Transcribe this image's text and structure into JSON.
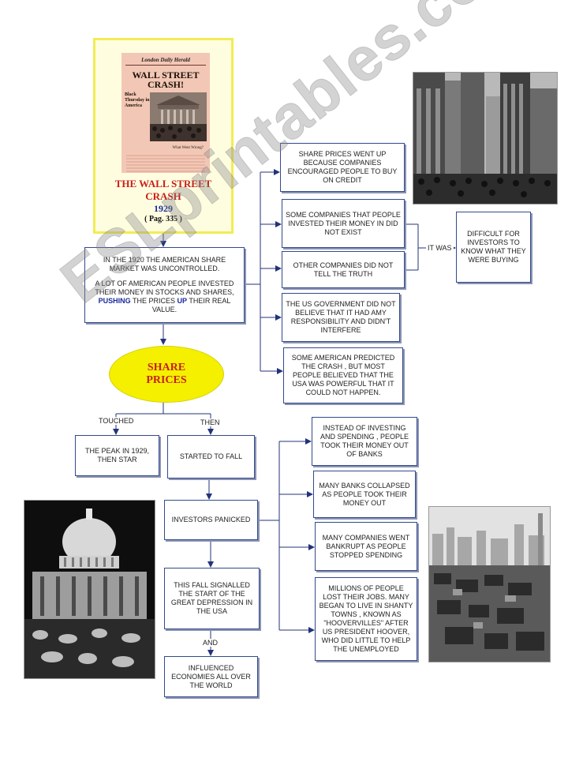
{
  "cover": {
    "masthead": "London Daily Herald",
    "headline": "WALL STREET CRASH!",
    "subhead": "Black Thursday in America",
    "footer": "What Went Wrong?",
    "title": "THE WALL STREET CRASH",
    "year": "1929",
    "page_ref": "( Pag. 335 )"
  },
  "intro": {
    "line1": "IN THE 1920  THE AMERICAN SHARE MARKET WAS UNCONTROLLED.",
    "line2_pre": "A LOT OF AMERICAN PEOPLE INVESTED THEIR MONEY IN STOCKS AND SHARES,",
    "pushing": "PUSHING",
    "the_prices": "THE PRICES",
    "up": "UP",
    "line2_post": "THEIR REAL VALUE."
  },
  "causes": [
    "SHARE PRICES WENT UP BECAUSE COMPANIES ENCOURAGED PEOPLE TO BUY ON CREDIT",
    "SOME COMPANIES THAT PEOPLE INVESTED THEIR MONEY IN DID NOT EXIST",
    "OTHER COMPANIES DID NOT TELL THE TRUTH",
    "THE US GOVERNMENT DID NOT BELIEVE THAT IT HAD AMY RESPONSIBILITY AND DIDN'T INTERFERE",
    "SOME AMERICAN PREDICTED THE  CRASH , BUT MOST PEOPLE BELIEVED THAT THE USA WAS POWERFUL THAT IT COULD NOT HAPPEN."
  ],
  "it_was_label": "IT WAS",
  "it_was_box": "DIFFICULT FOR INVESTORS TO KNOW WHAT THEY WERE BUYING",
  "share_prices": {
    "line1": "SHARE",
    "line2": "PRICES"
  },
  "touched_label": "TOUCHED",
  "then_label": "THEN",
  "peak_box": "THE PEAK IN 1929, THEN STAR",
  "fall_box": "STARTED TO FALL",
  "panic_box": "INVESTORS PANICKED",
  "signal_box": "THIS FALL SIGNALLED THE START OF THE GREAT DEPRESSION IN THE USA",
  "and_label": "AND",
  "influence_box": "INFLUENCED ECONOMIES ALL OVER THE WORLD",
  "effects": [
    "INSTEAD OF INVESTING AND SPENDING , PEOPLE TOOK THEIR MONEY OUT OF BANKS",
    "MANY BANKS COLLAPSED AS PEOPLE TOOK THEIR MONEY OUT",
    "MANY COMPANIES WENT BANKRUPT AS PEOPLE STOPPED SPENDING",
    "MILLIONS OF PEOPLE LOST THEIR JOBS. MANY BEGAN TO LIVE IN SHANTY TOWNS , KNOWN AS \"HOOVERVILLES\" AFTER US PRESIDENT HOOVER, WHO DID LITTLE TO HELP THE UNEMPLOYED"
  ],
  "watermark": "ESLprintables.com"
}
